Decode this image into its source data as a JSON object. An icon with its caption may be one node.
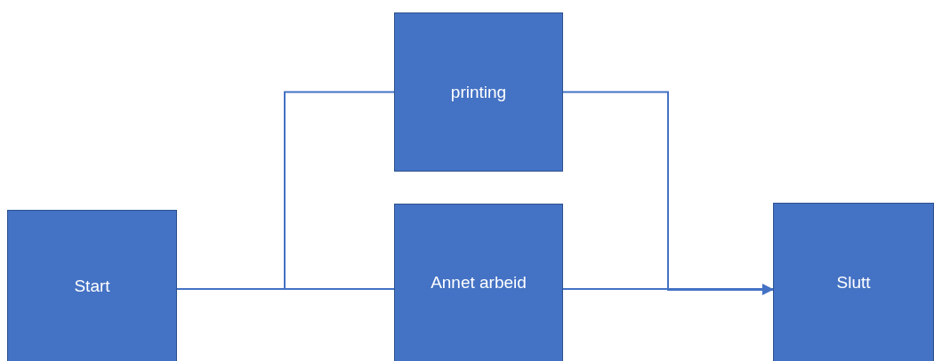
{
  "diagram": {
    "nodes": [
      {
        "text": [
          "Start"
        ]
      },
      {
        "text": [
          "printing"
        ]
      },
      {
        "text": [
          "Annet arbeid"
        ]
      },
      {
        "text": [
          "Slutt"
        ]
      }
    ],
    "edges": [
      {
        "from": 0,
        "to": 1,
        "arrow": "none"
      },
      {
        "from": 0,
        "to": 2,
        "arrow": "none"
      },
      {
        "from": 1,
        "to": 3,
        "arrow": "to"
      },
      {
        "from": 2,
        "to": 3,
        "arrow": "to"
      }
    ]
  }
}
